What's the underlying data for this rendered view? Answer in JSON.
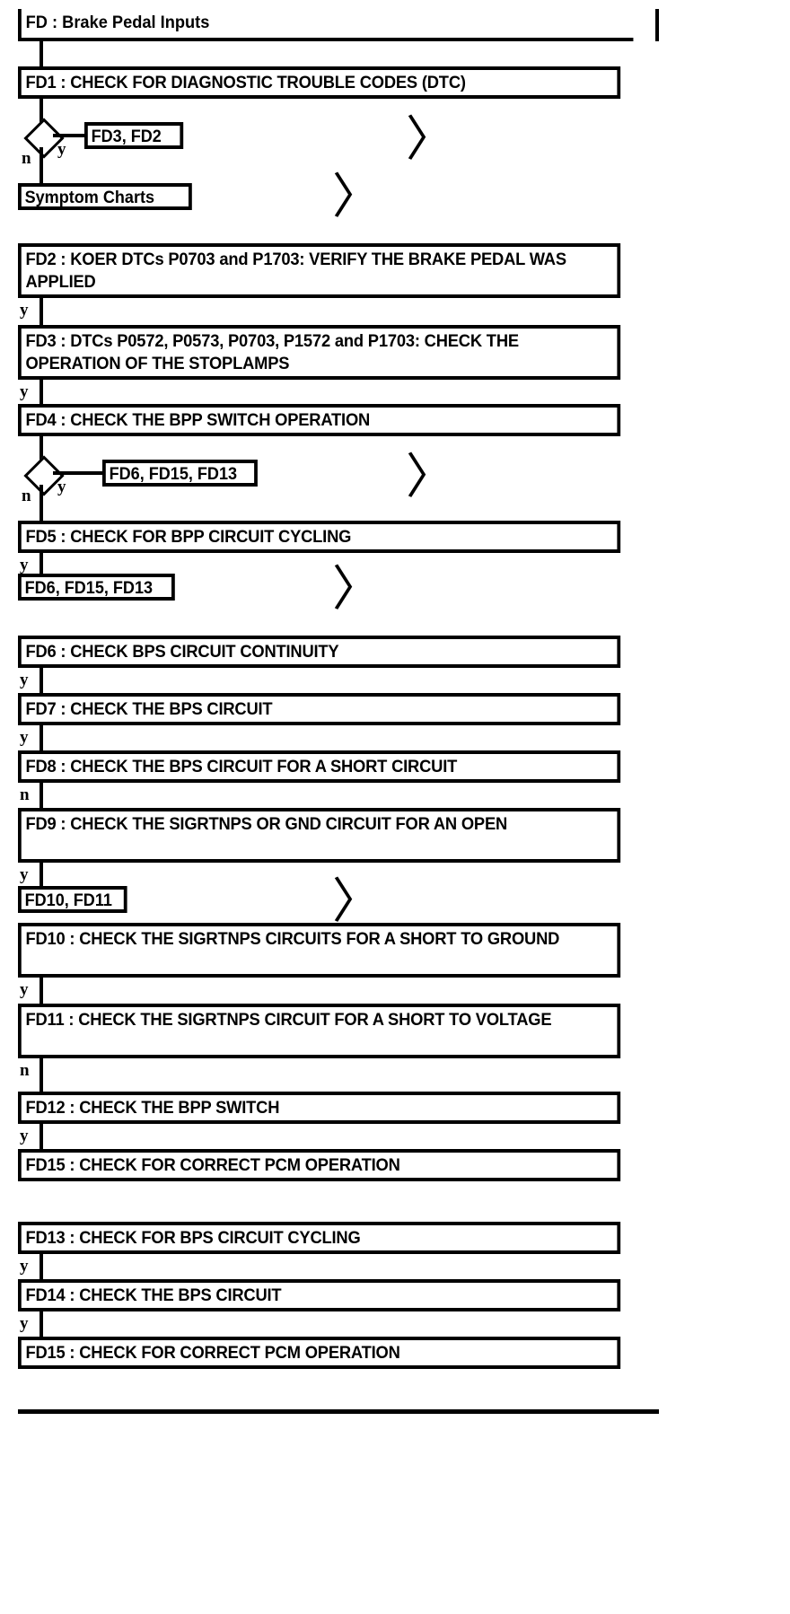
{
  "diagram": {
    "title": "FD : Brake Pedal Inputs",
    "type": "flowchart",
    "branch_yes": "y",
    "branch_no": "n",
    "jump_marker": "〉"
  },
  "steps": {
    "fd1": "FD1 : CHECK FOR DIAGNOSTIC TROUBLE CODES (DTC)",
    "fd2": "FD2 : KOER DTCs P0703 and P1703: VERIFY THE BRAKE PEDAL WAS APPLIED",
    "fd3": "FD3 : DTCs P0572, P0573, P0703, P1572 and P1703: CHECK THE OPERATION OF THE STOPLAMPS",
    "fd4": "FD4 : CHECK THE BPP SWITCH OPERATION",
    "fd5": "FD5 : CHECK FOR BPP CIRCUIT CYCLING",
    "fd6": "FD6 : CHECK BPS CIRCUIT CONTINUITY",
    "fd7": "FD7 : CHECK THE BPS CIRCUIT",
    "fd8": "FD8 : CHECK THE BPS CIRCUIT FOR A SHORT CIRCUIT",
    "fd9": "FD9 : CHECK THE SIGRTNPS OR GND CIRCUIT FOR AN OPEN",
    "fd10": "FD10 : CHECK THE SIGRTNPS CIRCUITS FOR A SHORT TO GROUND",
    "fd11": "FD11 : CHECK THE SIGRTNPS CIRCUIT FOR A SHORT TO VOLTAGE",
    "fd12": "FD12 : CHECK THE BPP SWITCH",
    "fd13": "FD13 : CHECK FOR BPS CIRCUIT CYCLING",
    "fd14": "FD14 : CHECK THE BPS CIRCUIT",
    "fd15a": "FD15 : CHECK FOR CORRECT PCM OPERATION",
    "fd15b": "FD15 : CHECK FOR CORRECT PCM OPERATION"
  },
  "refs": {
    "ref_fd3_fd2": "FD3, FD2",
    "ref_symptom_charts": "Symptom Charts",
    "ref_fd6_fd15_fd13_a": "FD6, FD15, FD13",
    "ref_fd6_fd15_fd13_b": "FD6, FD15, FD13",
    "ref_fd10_fd11": "FD10, FD11"
  },
  "branches": {
    "b1_n": "n",
    "b1_y": "y",
    "fd2_y": "y",
    "fd3_y": "y",
    "b2_n": "n",
    "b2_y": "y",
    "fd5_y": "y",
    "fd6_y": "y",
    "fd7_y": "y",
    "fd8_n": "n",
    "fd9_y": "y",
    "fd10_y": "y",
    "fd11_n": "n",
    "fd12_y": "y",
    "fd13_y": "y",
    "fd14_y": "y"
  },
  "colors": {
    "ink": "#000000",
    "paper": "#ffffff"
  }
}
